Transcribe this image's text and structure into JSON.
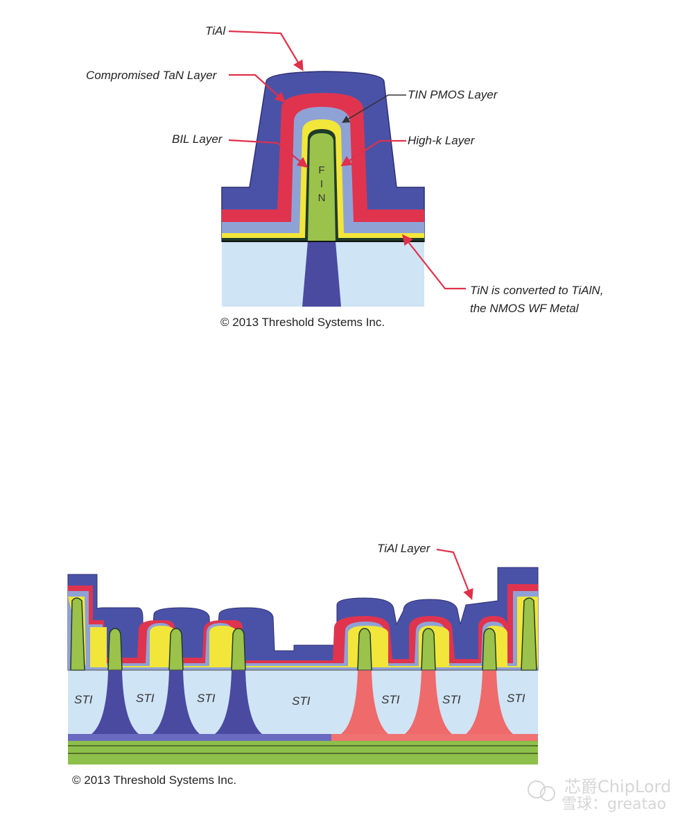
{
  "top_figure": {
    "labels": {
      "tial": "TiAl",
      "tan": "Compromised TaN Layer",
      "tin_pmos": "TIN PMOS Layer",
      "bil": "BIL Layer",
      "highk": "High-k Layer",
      "converted_1": "TiN is converted to TiAlN,",
      "converted_2": "the NMOS WF Metal"
    },
    "fin_letters": [
      "F",
      "I",
      "N"
    ],
    "copyright": "© 2013 Threshold Systems Inc."
  },
  "bottom_figure": {
    "label_tial_layer": "TiAl Layer",
    "sti_labels": [
      "STI",
      "STI",
      "STI",
      "STI",
      "STI",
      "STI",
      "STI"
    ],
    "copyright": "© 2013 Threshold Systems Inc."
  },
  "watermark": {
    "line1": "芯爵ChipLord",
    "line2": "雪球：greatao"
  },
  "colors": {
    "tial": "#4a52a8",
    "tan": "#e0344e",
    "tin": "#8fa2d6",
    "highk": "#f2e63a",
    "bil": "#1f3b2a",
    "fin": "#9bc24a",
    "sti": "#cfe4f5",
    "nfin_root": "#4a4aa0",
    "pfin_root": "#ef6a6a",
    "substrate": "#8cc04a"
  }
}
